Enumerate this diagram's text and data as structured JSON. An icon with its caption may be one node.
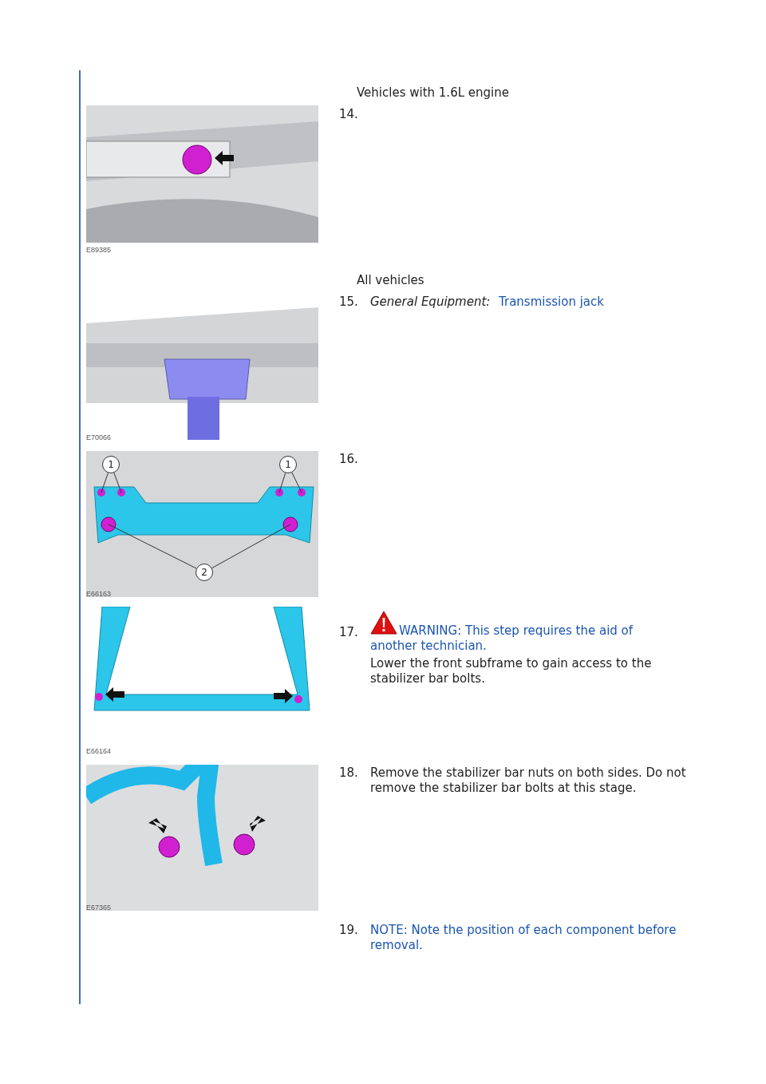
{
  "diagram": {
    "nodes": [
      {
        "text": [
          "1"
        ]
      },
      {
        "text": [
          "1"
        ]
      },
      {
        "text": [
          "2"
        ]
      }
    ],
    "edges": [
      {
        "from": 0,
        "to": null,
        "arrow": "none"
      },
      {
        "from": 0,
        "to": null,
        "arrow": "none"
      },
      {
        "from": 1,
        "to": null,
        "arrow": "none"
      },
      {
        "from": 1,
        "to": null,
        "arrow": "none"
      },
      {
        "from": 2,
        "to": null,
        "arrow": "none"
      },
      {
        "from": 2,
        "to": null,
        "arrow": "none"
      }
    ],
    "labels": [
      "Vehicles with 1.6L engine",
      "14.",
      "E89385",
      "All vehicles",
      "15.",
      "General Equipment:",
      "Transmission jack",
      "E70066",
      "16.",
      "E66163",
      "17.",
      "WARNING: This step requires the aid of another technician.",
      "Lower the front subframe to gain access to the stabilizer bar bolts.",
      "E66164",
      "18.",
      "Remove the stabilizer bar nuts on both sides. Do not remove the stabilizer bar bolts at this stage.",
      "E67365",
      "19.",
      "NOTE: Note the position of each component before removal."
    ]
  }
}
